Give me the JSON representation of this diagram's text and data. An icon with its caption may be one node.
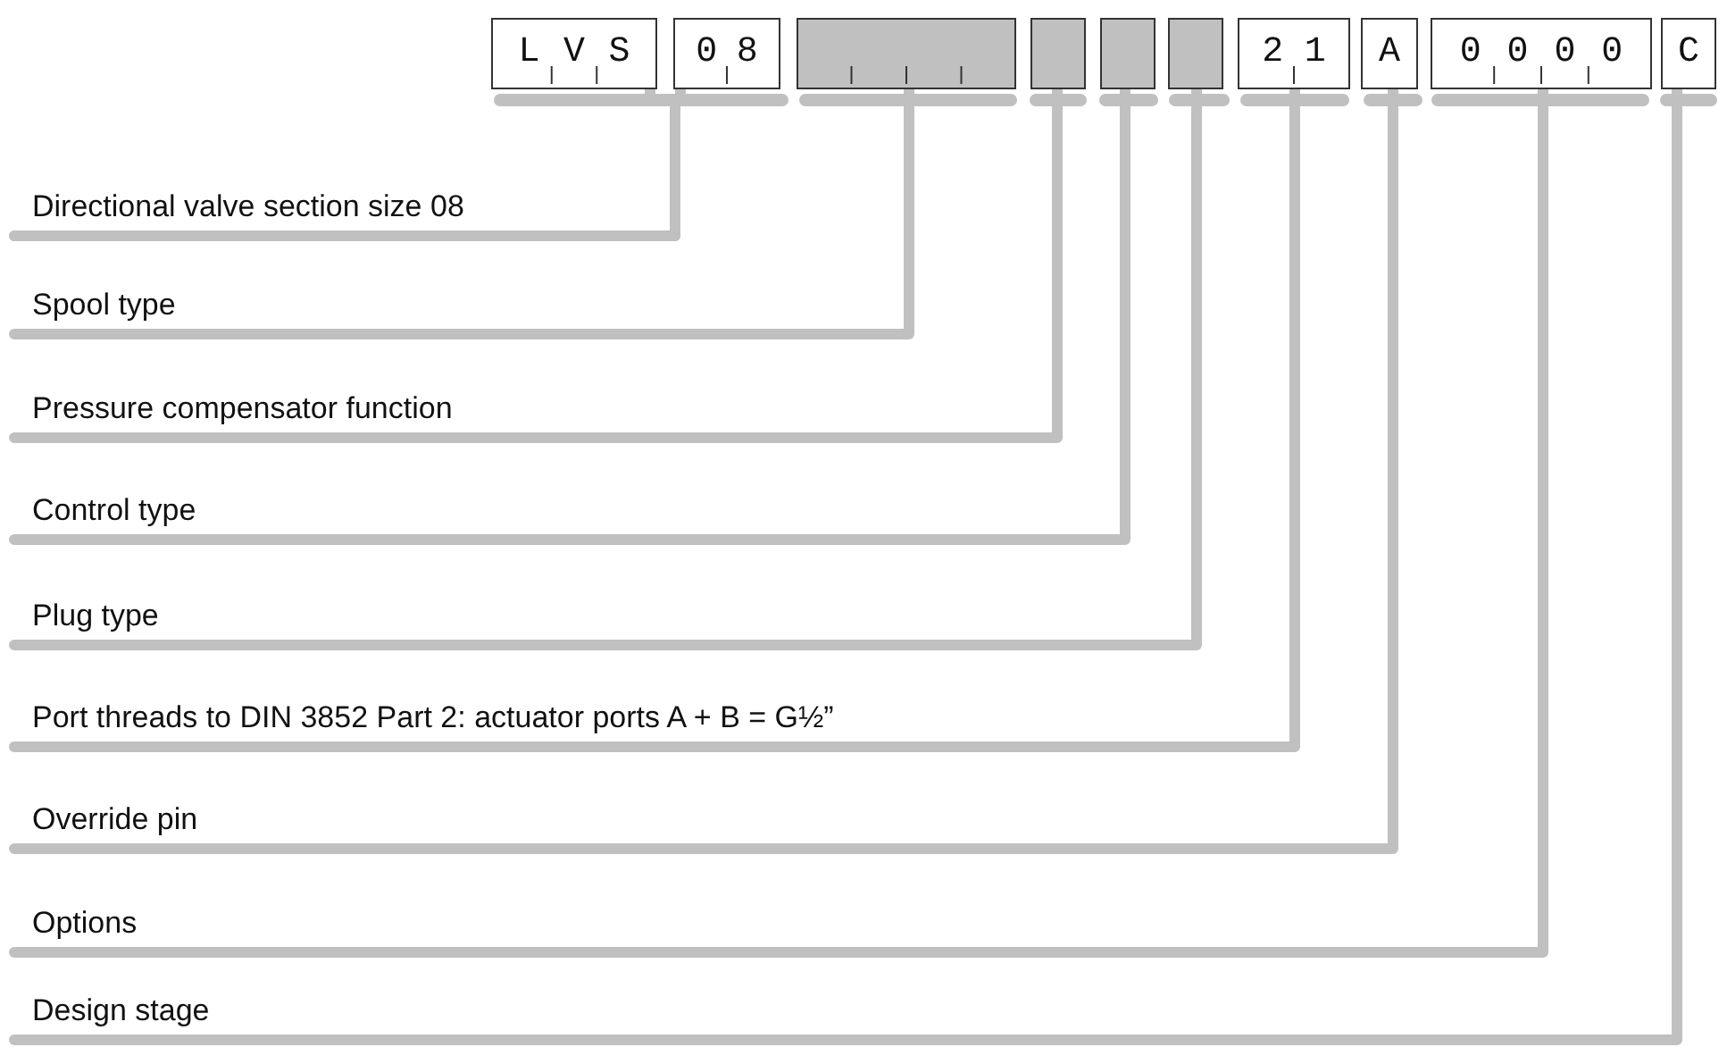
{
  "diagram": {
    "nodes": [
      {
        "text": [
          "LVS"
        ]
      },
      {
        "text": [
          "08"
        ]
      },
      {
        "text": [],
        "shape": "box"
      },
      {
        "text": [],
        "shape": "box"
      },
      {
        "text": [],
        "shape": "box"
      },
      {
        "text": [],
        "shape": "box"
      },
      {
        "text": [
          "21"
        ]
      },
      {
        "text": [
          "A"
        ]
      },
      {
        "text": [
          "0000"
        ]
      },
      {
        "text": [
          "C"
        ]
      },
      {
        "text": [
          "Directional valve section size 08"
        ]
      },
      {
        "text": [
          "Spool type"
        ]
      },
      {
        "text": [
          "Pressure compensator function"
        ]
      },
      {
        "text": [
          "Control type"
        ]
      },
      {
        "text": [
          "Plug type"
        ]
      },
      {
        "text": [
          "Port threads to DIN 3852 Part 2: actuator ports A + B = G½”"
        ]
      },
      {
        "text": [
          "Override pin"
        ]
      },
      {
        "text": [
          "Options"
        ]
      },
      {
        "text": [
          "Design stage"
        ]
      }
    ],
    "edges": [
      {
        "from": 10,
        "to": 0,
        "arrow": "none"
      },
      {
        "from": 10,
        "to": 1,
        "arrow": "none"
      },
      {
        "from": 11,
        "to": 2,
        "arrow": "none"
      },
      {
        "from": 12,
        "to": 3,
        "arrow": "none"
      },
      {
        "from": 13,
        "to": 4,
        "arrow": "none"
      },
      {
        "from": 14,
        "to": 5,
        "arrow": "none"
      },
      {
        "from": 15,
        "to": 6,
        "arrow": "none"
      },
      {
        "from": 16,
        "to": 7,
        "arrow": "none"
      },
      {
        "from": 17,
        "to": 8,
        "arrow": "none"
      },
      {
        "from": 18,
        "to": 9,
        "arrow": "none"
      }
    ]
  }
}
